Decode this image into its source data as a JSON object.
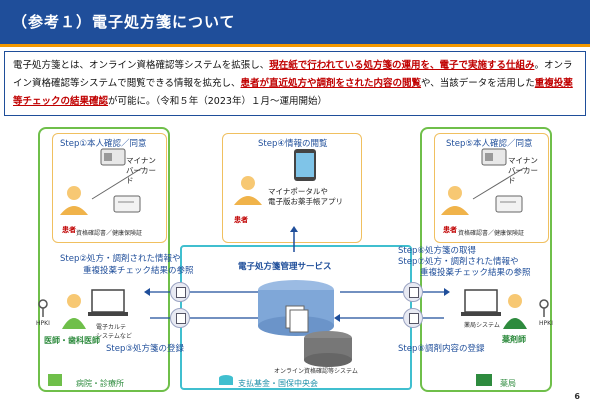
{
  "header": {
    "title": "（参考１）電子処方箋について"
  },
  "summary": {
    "t1": "電子処方箋とは、オンライン資格確認等システムを拡張し、",
    "t2": "現在紙で行われている処方箋の運用を、電子で実施する仕組み",
    "t3": "。オンライン資格確認等システムで閲覧できる情報を拡充し、",
    "t4": "患者が直近処方や調剤をされた内容の閲覧",
    "t5": "や、当該データを活用した",
    "t6": "重複投薬等チェックの結果確認",
    "t7": "が可能に。（令和５年（2023年）１月～運用開始）"
  },
  "hospital": {
    "step1": "Step①本人確認／同意",
    "mynumber": "マイナンバーカード",
    "insurance": "資格確認書／健康保険証",
    "patient": "患者",
    "step2a": "Step②処方・調剤された情報や",
    "step2b": "重複投薬チェック結果の参照",
    "hpki": "HPKI",
    "emr": "電子カルテ\nシステムなど",
    "doctor": "医師・歯科医師",
    "step3": "Step③処方箋の登録",
    "facility": "病院・診療所"
  },
  "center": {
    "step4": "Step④情報の閲覧",
    "portal": "マイナポータルや\n電子版お薬手帳アプリ",
    "patient": "患者",
    "service": "電子処方箋管理サービス",
    "oqs": "オンライン資格確認等システム",
    "fund": "支払基金・国保中央会"
  },
  "pharmacy": {
    "step5": "Step⑤本人確認／同意",
    "mynumber": "マイナンバーカード",
    "insurance": "資格確認書／健康保険証",
    "patient": "患者",
    "step6a": "Step⑥処方箋の取得",
    "step6b": "Step⑦処方・調剤された情報や",
    "step6c": "重複投薬チェック結果の参照",
    "system": "薬局システム",
    "hpki": "HPKI",
    "pharmacist": "薬剤師",
    "step8": "Step⑧調剤内容の登録",
    "facility": "薬局"
  },
  "page_number": "6"
}
